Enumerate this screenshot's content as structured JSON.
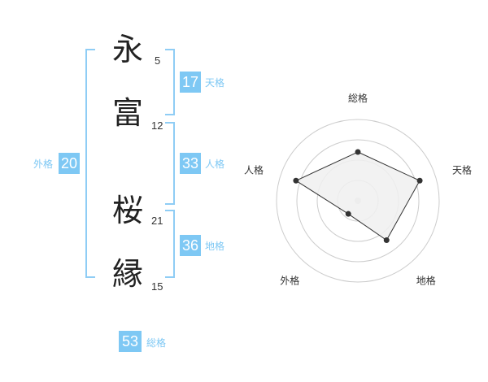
{
  "name_chars": [
    {
      "char": "永",
      "strokes": "5"
    },
    {
      "char": "富",
      "strokes": "12"
    },
    {
      "char": "桜",
      "strokes": "21"
    },
    {
      "char": "縁",
      "strokes": "15"
    }
  ],
  "fortunes": {
    "tenkaku": {
      "value": "17",
      "label": "天格"
    },
    "jinkaku": {
      "value": "33",
      "label": "人格"
    },
    "chikaku": {
      "value": "36",
      "label": "地格"
    },
    "gaikaku": {
      "value": "20",
      "label": "外格"
    },
    "soukaku": {
      "value": "53",
      "label": "総格"
    }
  },
  "chart_data": {
    "type": "radar",
    "axes": [
      "総格",
      "天格",
      "地格",
      "外格",
      "人格"
    ],
    "values": [
      3,
      4,
      3,
      1,
      4
    ],
    "max": 5,
    "rings": 4,
    "colors": {
      "fill": "#f0f0f0",
      "stroke": "#333333",
      "ring": "#cccccc",
      "point": "#333333"
    }
  }
}
